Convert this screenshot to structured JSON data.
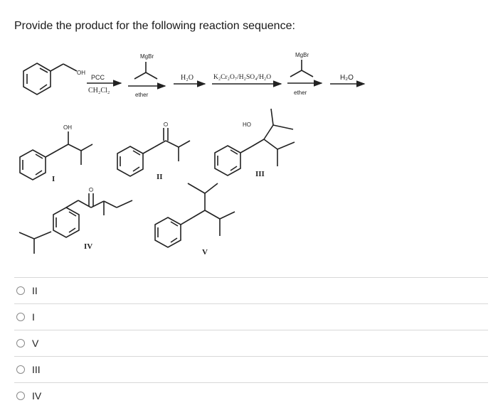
{
  "question": "Provide the product for the following reaction sequence:",
  "scheme": {
    "step1_top": "PCC",
    "step1_bottom": "CH₂Cl₂",
    "grignard_label_1": "MgBr",
    "step2_bottom": "ether",
    "step3_top": "H₂O",
    "step4_top": "K₂Cr₂O₇/H₂SO₄/H₂O",
    "grignard_label_2": "MgBr",
    "step5_bottom": "ether",
    "step6_top": "H₂O",
    "oh_label": "OH",
    "oh_label_I": "OH",
    "o_label_II": "O",
    "ho_label_III": "HO",
    "o_label_IV": "O"
  },
  "structures": {
    "I": "I",
    "II": "II",
    "III": "III",
    "IV": "IV",
    "V": "V"
  },
  "options": [
    {
      "label": "II"
    },
    {
      "label": "I"
    },
    {
      "label": "V"
    },
    {
      "label": "III"
    },
    {
      "label": "IV"
    }
  ]
}
